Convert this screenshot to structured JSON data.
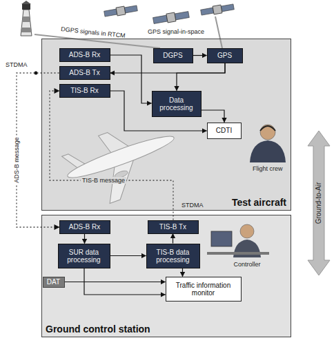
{
  "diagram": {
    "nodes": [
      {
        "text": [
          "Test aircraft"
        ]
      },
      {
        "text": [
          "ADS-B Rx"
        ],
        "in": 0
      },
      {
        "text": [
          "ADS-B Tx"
        ],
        "in": 0
      },
      {
        "text": [
          "TIS-B Rx"
        ],
        "in": 0
      },
      {
        "text": [
          "DGPS"
        ],
        "in": 0
      },
      {
        "text": [
          "GPS"
        ],
        "in": 0
      },
      {
        "text": [
          "Data processing"
        ],
        "in": 0
      },
      {
        "text": [
          "CDTI"
        ],
        "in": 0
      },
      {
        "text": [
          "Ground control station"
        ]
      },
      {
        "text": [
          "ADS-B Rx"
        ],
        "in": 8
      },
      {
        "text": [
          "TIS-B Tx"
        ],
        "in": 8
      },
      {
        "text": [
          "SUR data processing"
        ],
        "in": 8
      },
      {
        "text": [
          "TIS-B data processing"
        ],
        "in": 8
      },
      {
        "text": [
          "DAT"
        ],
        "in": 8
      },
      {
        "text": [
          "Traffic information monitor"
        ],
        "in": 8
      }
    ],
    "edges": [
      {
        "from": 4,
        "to": 5,
        "arrow": "to"
      },
      {
        "from": 5,
        "to": 2,
        "arrow": "to"
      },
      {
        "from": 5,
        "to": 6,
        "arrow": "to"
      },
      {
        "from": 1,
        "to": 6,
        "arrow": "to"
      },
      {
        "from": 6,
        "to": 7,
        "arrow": "to"
      },
      {
        "from": 3,
        "to": 7,
        "arrow": "to"
      },
      {
        "from": 2,
        "to": 9,
        "label": "ADS-B message",
        "arrow": "to"
      },
      {
        "from": 10,
        "to": 3,
        "label": "TIS-B message",
        "arrow": "to"
      },
      {
        "from": 9,
        "to": 11,
        "arrow": "to"
      },
      {
        "from": 11,
        "to": 12,
        "arrow": "to"
      },
      {
        "from": 12,
        "to": 10,
        "arrow": "to"
      },
      {
        "from": 11,
        "to": 14,
        "arrow": "to"
      },
      {
        "from": 13,
        "to": 14,
        "arrow": "to"
      },
      {
        "from": 12,
        "to": 14,
        "arrow": "to"
      }
    ],
    "labels": [
      "DGPS signals in RTCM",
      "GPS signal-in-space",
      "STDMA",
      "STDMA",
      "Flight crew",
      "Controller",
      "Ground-to-Air"
    ]
  }
}
